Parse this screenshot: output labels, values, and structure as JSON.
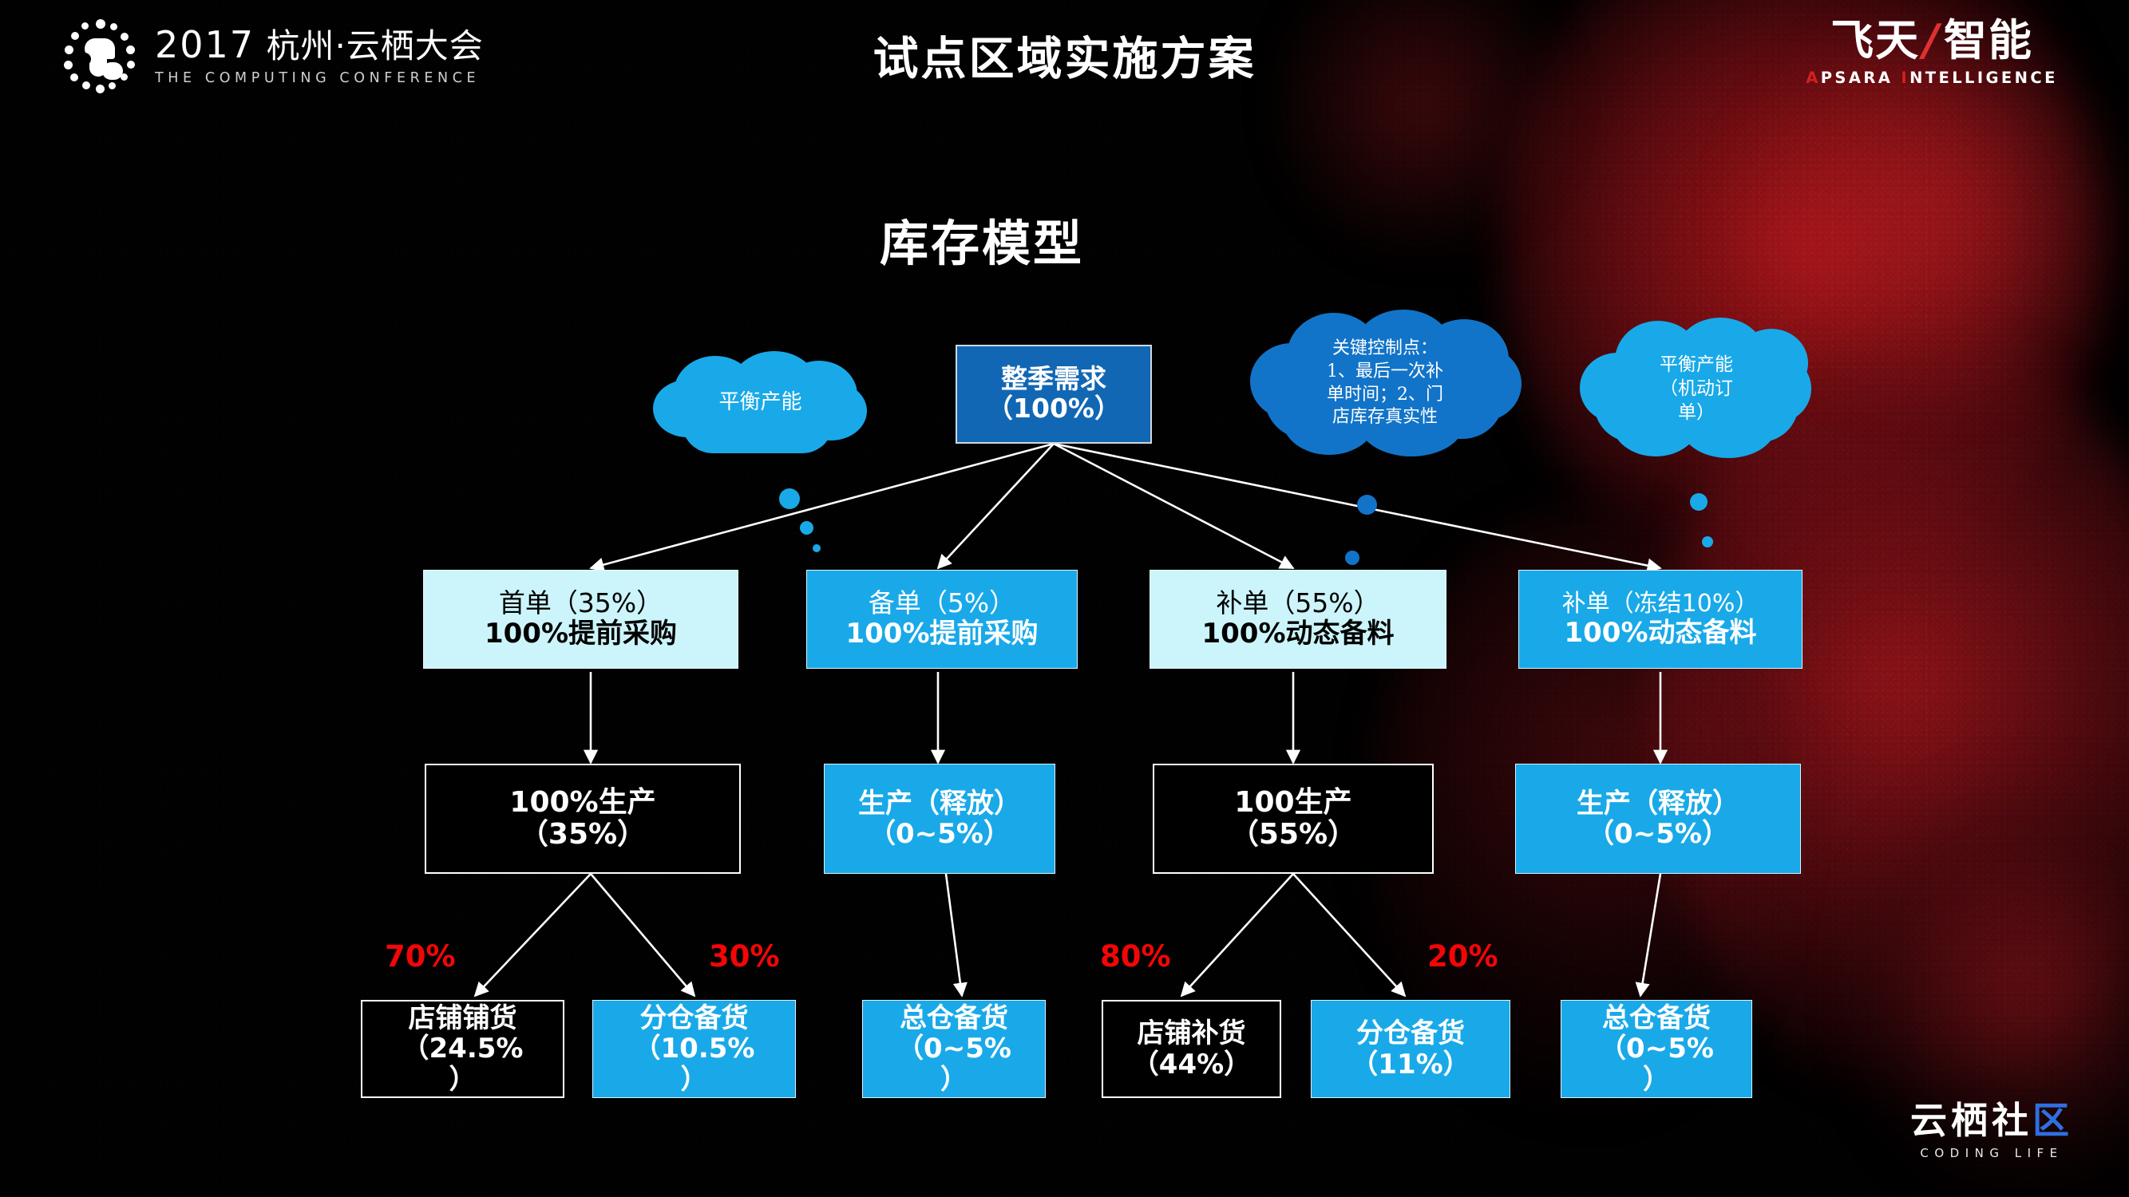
{
  "header": {
    "logo_year": "2017",
    "logo_city": "杭州·云栖大会",
    "logo_sub": "THE COMPUTING CONFERENCE",
    "logo_icon": "conference-dot-logo",
    "title": "试点区域实施方案",
    "apsara_cn_left": "飞天",
    "apsara_slash": "/",
    "apsara_cn_right": "智能",
    "apsara_en_a": "A",
    "apsara_en_psara": "PSARA ",
    "apsara_en_i": "I",
    "apsara_en_rest": "NTELLIGENCE"
  },
  "subtitle": "库存模型",
  "footer": {
    "brand_cn_a": "云栖社",
    "brand_cn_b": "区",
    "brand_en": "CODING LIFE"
  },
  "clouds": [
    {
      "id": "balance-capacity-left",
      "lines": [
        "平衡产能"
      ]
    },
    {
      "id": "key-control-points",
      "lines": [
        "关键控制点：",
        "1、最后一次补",
        "单时间；2、门",
        "店库存真实性"
      ]
    },
    {
      "id": "balance-capacity-right",
      "lines": [
        "平衡产能",
        "（机动订",
        "单）"
      ]
    }
  ],
  "diagram": {
    "root": {
      "line1": "整季需求",
      "line2": "（100%）"
    },
    "level2": [
      {
        "id": "first-order",
        "line1": "首单（35%）",
        "line2": "100%提前采购"
      },
      {
        "id": "reserve-order",
        "line1": "备单（5%）",
        "line2": "100%提前采购"
      },
      {
        "id": "replenish-order",
        "line1": "补单（55%）",
        "line2": "100%动态备料"
      },
      {
        "id": "replenish-frozen",
        "line1": "补单（冻结10%）",
        "line2": "100%动态备料"
      }
    ],
    "level3": [
      {
        "id": "produce-35",
        "line1": "100%生产",
        "line2": "（35%）"
      },
      {
        "id": "produce-release-5",
        "line1": "生产（释放）",
        "line2": "（0~5%）"
      },
      {
        "id": "produce-55",
        "line1": "100生产",
        "line2": "（55%）"
      },
      {
        "id": "produce-release-5b",
        "line1": "生产（释放）",
        "line2": "（0~5%）"
      }
    ],
    "level4": [
      {
        "id": "store-stocking",
        "line1": "店铺铺货",
        "line2": "（24.5%",
        "line3": "）"
      },
      {
        "id": "branch-warehouse-1",
        "line1": "分仓备货",
        "line2": "（10.5%",
        "line3": "）"
      },
      {
        "id": "central-warehouse-1",
        "line1": "总仓备货",
        "line2": "（0~5%",
        "line3": "）"
      },
      {
        "id": "store-replenish",
        "line1": "店铺补货",
        "line2": "（44%）",
        "line3": ""
      },
      {
        "id": "branch-warehouse-2",
        "line1": "分仓备货",
        "line2": "（11%）",
        "line3": ""
      },
      {
        "id": "central-warehouse-2",
        "line1": "总仓备货",
        "line2": "（0~5%",
        "line3": "）"
      }
    ],
    "split_labels": [
      {
        "id": "split-70",
        "value": "70%"
      },
      {
        "id": "split-30",
        "value": "30%"
      },
      {
        "id": "split-80",
        "value": "80%"
      },
      {
        "id": "split-20",
        "value": "20%"
      }
    ]
  },
  "colors": {
    "root_box": "#1167b3",
    "pale_box": "#ccf5fb",
    "blue_box": "#19a9e8",
    "cloud_light": "#19a9e8",
    "cloud_dark": "#1274c8",
    "accent_red": "#f50505",
    "background": "#000000"
  }
}
